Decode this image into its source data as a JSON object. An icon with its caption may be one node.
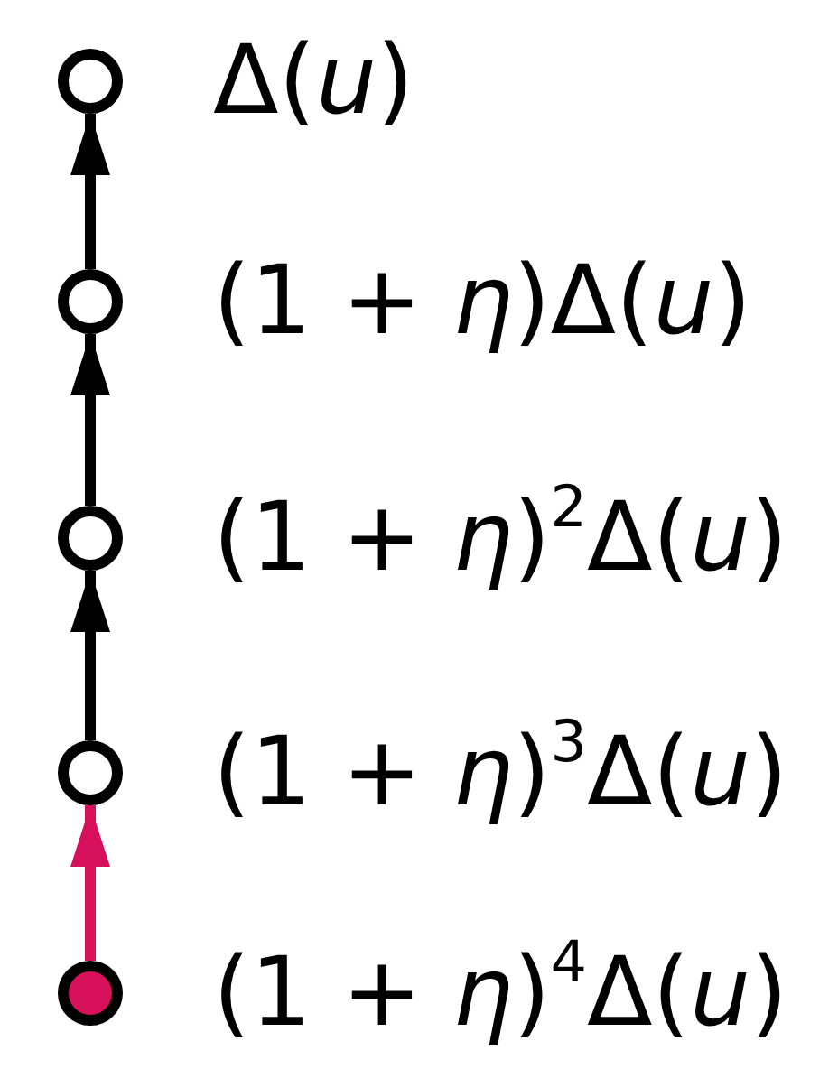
{
  "diagram": {
    "nodes": [
      {
        "text": [],
        "shape": "circle",
        "beside": [
          "Δ(*u*)"
        ]
      },
      {
        "text": [],
        "shape": "circle",
        "beside": [
          "(1 + *η*)Δ(*u*)"
        ]
      },
      {
        "text": [],
        "shape": "circle",
        "beside": [
          "(1 + *η*)$^{2}$Δ(*u*)"
        ]
      },
      {
        "text": [],
        "shape": "circle",
        "beside": [
          "(1 + *η*)$^{3}$Δ(*u*)"
        ]
      },
      {
        "text": [],
        "shape": "circle",
        "beside": [
          "(1 + *η*)$^{4}$Δ(*u*)"
        ]
      }
    ],
    "edges": [
      {
        "from": 1,
        "to": 0,
        "arrow": "to"
      },
      {
        "from": 2,
        "to": 1,
        "arrow": "to"
      },
      {
        "from": 3,
        "to": 2,
        "arrow": "to"
      },
      {
        "from": 4,
        "to": 3,
        "arrow": "to",
        "color": "#d6105a"
      }
    ]
  }
}
